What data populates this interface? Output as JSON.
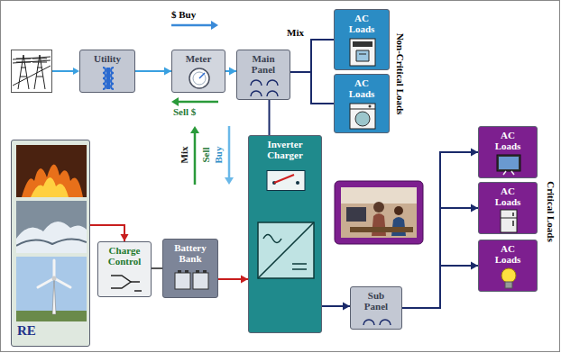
{
  "diagram": {
    "nodes": [
      {
        "text": [
          "Utility"
        ]
      },
      {
        "text": [
          "Meter"
        ]
      },
      {
        "text": [
          "Main Panel"
        ]
      },
      {
        "text": [
          "AC Loads"
        ]
      },
      {
        "text": [
          "AC Loads"
        ]
      },
      {
        "text": [
          "RE"
        ]
      },
      {
        "text": [
          "Charge Control"
        ]
      },
      {
        "text": [
          "Battery Bank"
        ]
      },
      {
        "text": [
          "Inverter Charger"
        ]
      },
      {
        "text": [
          "AC Loads"
        ]
      },
      {
        "text": [
          "AC Loads"
        ]
      },
      {
        "text": [
          "AC Loads"
        ]
      },
      {
        "text": [
          "Sub Panel"
        ]
      }
    ],
    "edges": [
      {
        "from": 0,
        "to": 1,
        "arrow": "to"
      },
      {
        "from": 1,
        "to": 2,
        "arrow": "to"
      },
      {
        "from": 2,
        "to": 3,
        "arrow": "none"
      },
      {
        "from": 2,
        "to": 4,
        "arrow": "none"
      },
      {
        "from": 5,
        "to": 6,
        "arrow": "to"
      },
      {
        "from": 6,
        "to": 7,
        "arrow": "none"
      },
      {
        "from": 7,
        "to": 8,
        "arrow": "to"
      },
      {
        "from": 8,
        "to": 2,
        "arrow": "none"
      },
      {
        "from": 8,
        "to": 12,
        "arrow": "to"
      },
      {
        "from": 12,
        "to": 9,
        "arrow": "to"
      },
      {
        "from": 12,
        "to": 10,
        "arrow": "to"
      },
      {
        "from": 12,
        "to": 11,
        "arrow": "to"
      }
    ],
    "labels": [
      "$ Buy",
      "Sell $",
      "Mix",
      "Non-Critical Loads",
      "Mix",
      "Sell",
      "Buy",
      "Critical Loads"
    ]
  }
}
